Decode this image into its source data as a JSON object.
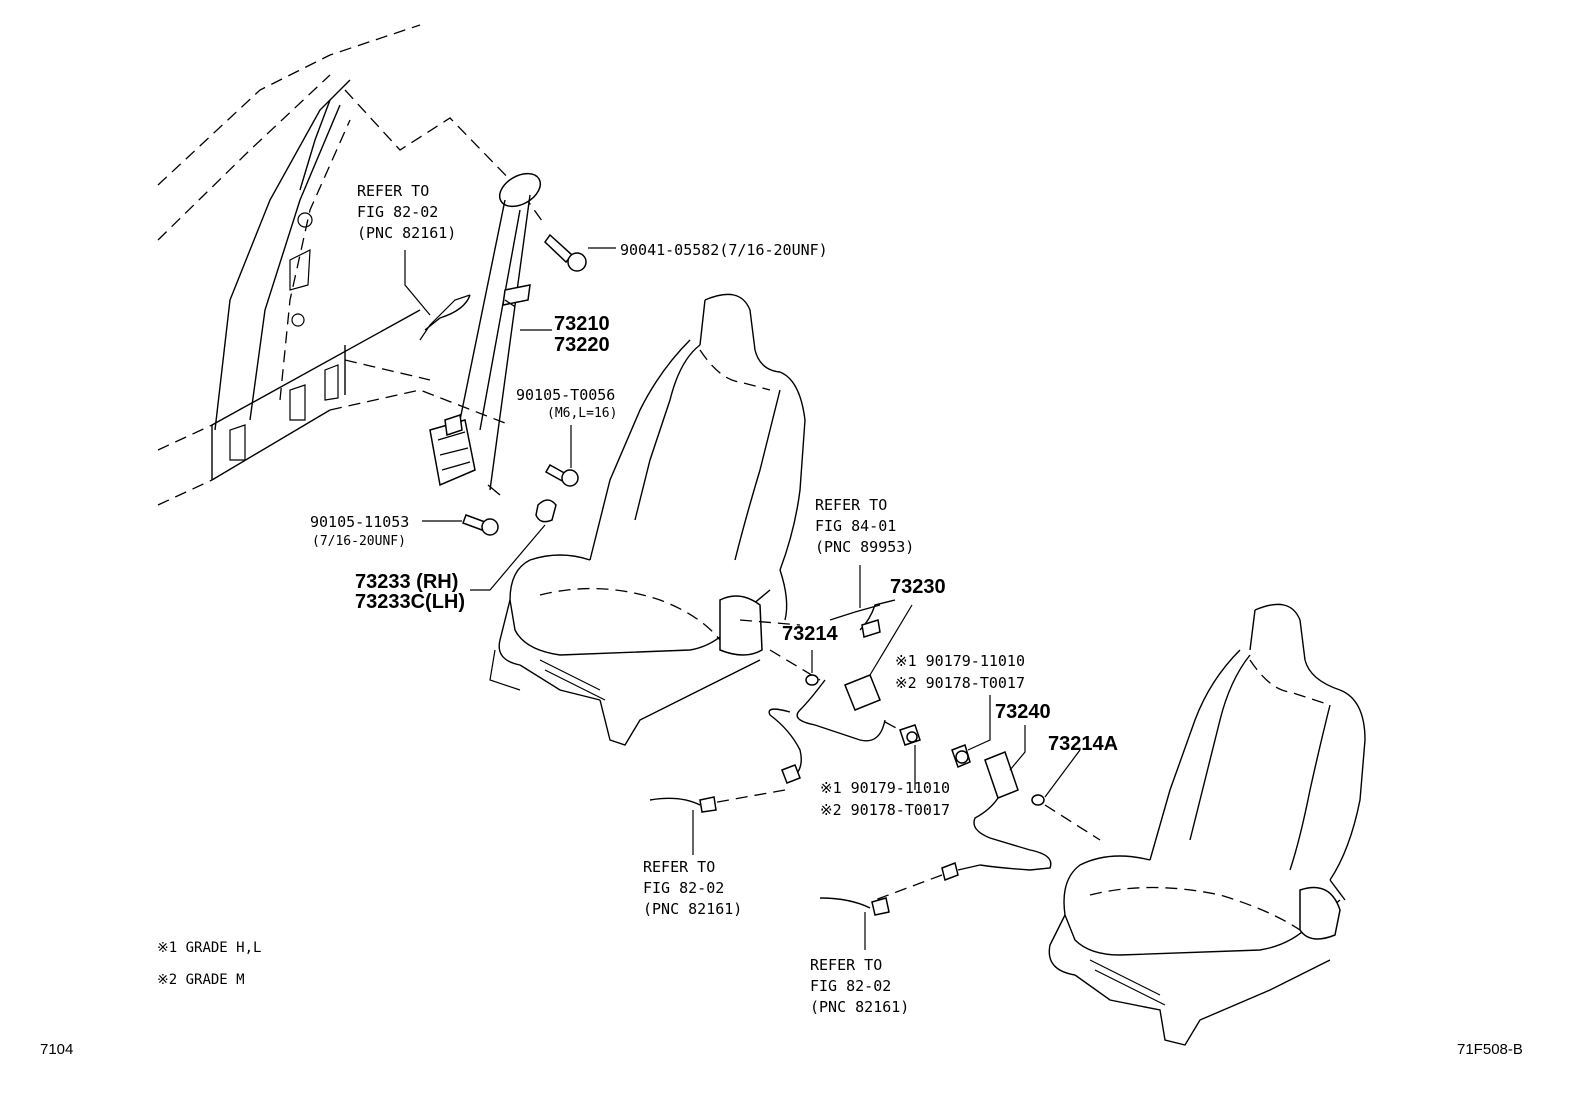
{
  "labels": {
    "ref_pillar": [
      "REFER TO",
      "FIG 82-02",
      "(PNC 82161)"
    ],
    "bolt_top": "90041-05582(7/16-20UNF)",
    "belt_pn_1": "73210",
    "belt_pn_2": "73220",
    "bolt_mid": "90105-T0056",
    "bolt_mid_spec": "(M6,L=16)",
    "bolt_low": "90105-11053",
    "bolt_low_spec": "(7/16-20UNF)",
    "cover_rh": "73233 (RH)",
    "cover_lh": "73233C(LH)",
    "ref_89953": [
      "REFER TO",
      "FIG 84-01",
      "(PNC 89953)"
    ],
    "buckle_pn": "73230",
    "washer_pn": "73214",
    "nut_upper_1": "※1 90179-11010",
    "nut_upper_2": "※2 90178-T0017",
    "buckle2_pn": "73240",
    "washer2_pn": "73214A",
    "nut_lower_1": "※1 90179-11010",
    "nut_lower_2": "※2 90178-T0017",
    "ref_bottom_left": [
      "REFER TO",
      "FIG 82-02",
      "(PNC 82161)"
    ],
    "ref_bottom_right": [
      "REFER TO",
      "FIG 82-02",
      "(PNC 82161)"
    ]
  },
  "legend": [
    "※1 GRADE H,L",
    "※2 GRADE M"
  ],
  "footer": {
    "left_code": "7104",
    "right_code": "71F508-B"
  }
}
